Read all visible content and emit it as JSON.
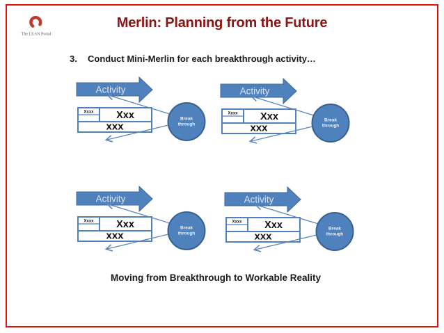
{
  "slide": {
    "title": "Merlin: Planning from the Future",
    "heading_number": "3.",
    "heading_text": "Conduct Mini-Merlin for each breakthrough activity…",
    "caption": "Moving from Breakthrough to Workable Reality",
    "logo_text": "The LEAN Portal"
  },
  "colors": {
    "slide_border_red": "#e60c0c",
    "title_red": "#8b1414",
    "shape_blue": "#4f81bd",
    "shape_blue_dark": "#38618f",
    "connector_blue": "#5a86bd",
    "text_black": "#1a1a1a",
    "activity_label_light": "#d9e4f2"
  },
  "diagram": {
    "groups": [
      {
        "activity_label": "Activity",
        "cell_small": "Xxxx",
        "cell_main": "Xxx",
        "cell_bottom": "xxx",
        "circle_line1": "Break",
        "circle_line2": "through"
      },
      {
        "activity_label": "Activity",
        "cell_small": "Xxxx",
        "cell_main": "Xxx",
        "cell_bottom": "xxx",
        "circle_line1": "Break",
        "circle_line2": "through"
      },
      {
        "activity_label": "Activity",
        "cell_small": "Xxxx",
        "cell_main": "Xxx",
        "cell_bottom": "xxx",
        "circle_line1": "Break",
        "circle_line2": "through"
      },
      {
        "activity_label": "Activity",
        "cell_small": "Xxxx",
        "cell_main": "Xxx",
        "cell_bottom": "xxx",
        "circle_line1": "Break",
        "circle_line2": "through"
      }
    ]
  }
}
